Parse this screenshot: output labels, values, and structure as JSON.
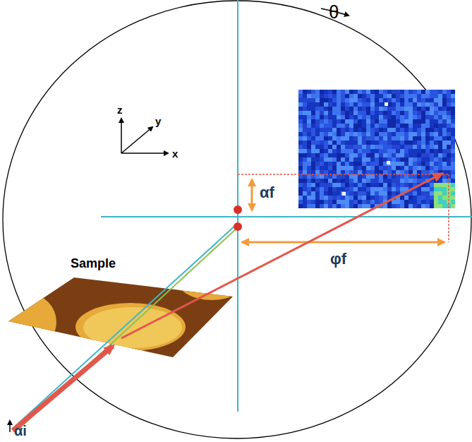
{
  "diagram": {
    "labels": [
      "θ",
      "z",
      "y",
      "x",
      "αf",
      "φf",
      "Sample",
      "αi"
    ]
  }
}
